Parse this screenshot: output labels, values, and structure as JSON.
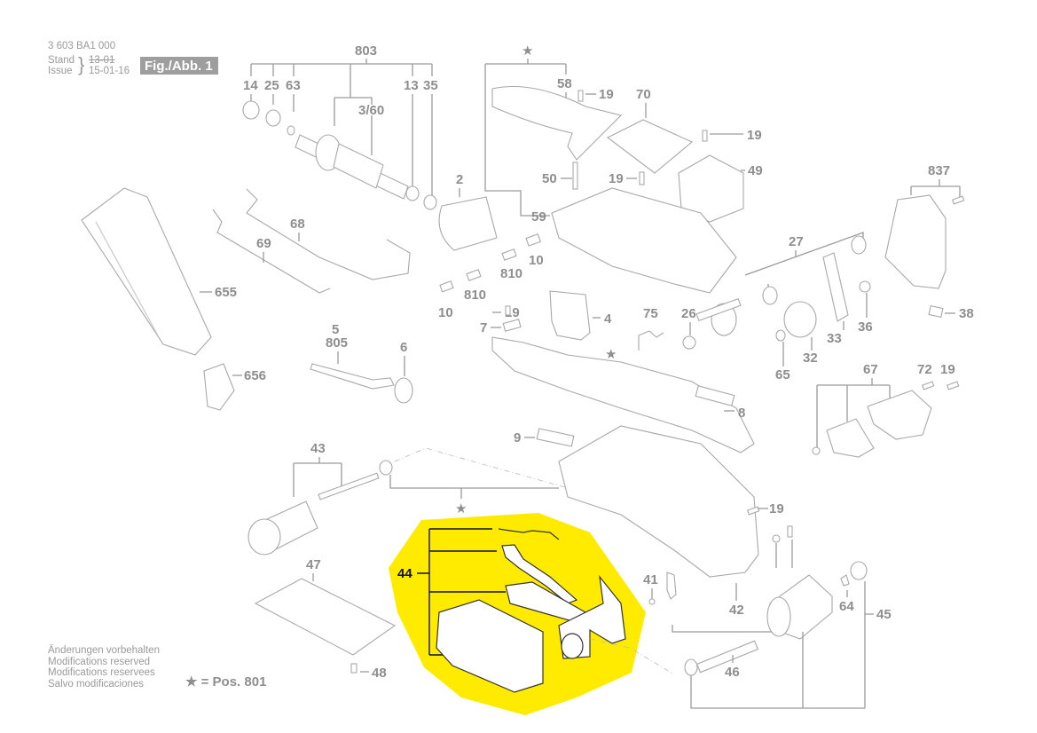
{
  "header": {
    "part_number": "3 603 BA1 000",
    "stand_label": "Stand",
    "issue_label": "Issue",
    "stand_value_struck": "13-01",
    "issue_value": "15-01-16",
    "figure_badge": "Fig./Abb. 1"
  },
  "notes": {
    "lines": [
      "Änderungen vorbehalten",
      "Modifications reserved",
      "Modifications reservees",
      "Salvo modificaciones"
    ],
    "star_legend": "★ = Pos. 801"
  },
  "highlight": {
    "color": "#ffeb00",
    "part": "44"
  },
  "labels": {
    "p803": "803",
    "p14": "14",
    "p25": "25",
    "p63": "63",
    "p13": "13",
    "p35": "35",
    "p3_60": "3/60",
    "p58": "58",
    "p19a": "19",
    "p70": "70",
    "p19b": "19",
    "p49": "49",
    "p50": "50",
    "p19c": "19",
    "p59": "59",
    "p2": "2",
    "p68": "68",
    "p69": "69",
    "p655": "655",
    "p810a": "810",
    "p10a": "10",
    "p810b": "810",
    "p10b": "10",
    "p19d": "19",
    "p7": "7",
    "p4": "4",
    "p75": "75",
    "p26": "26",
    "p27": "27",
    "p837": "837",
    "p33": "33",
    "p36": "36",
    "p38": "38",
    "p32": "32",
    "p65": "65",
    "p5": "5",
    "p805": "805",
    "p6": "6",
    "p656": "656",
    "p67": "67",
    "p72": "72",
    "p19e": "19",
    "p8": "8",
    "p9": "9",
    "p43": "43",
    "p19f": "19",
    "p44": "44",
    "p47": "47",
    "p48": "48",
    "p41": "41",
    "p42": "42",
    "p64": "64",
    "p45": "45",
    "p46": "46"
  },
  "stars": {
    "s1": "★",
    "s2": "★",
    "s3": "★"
  }
}
